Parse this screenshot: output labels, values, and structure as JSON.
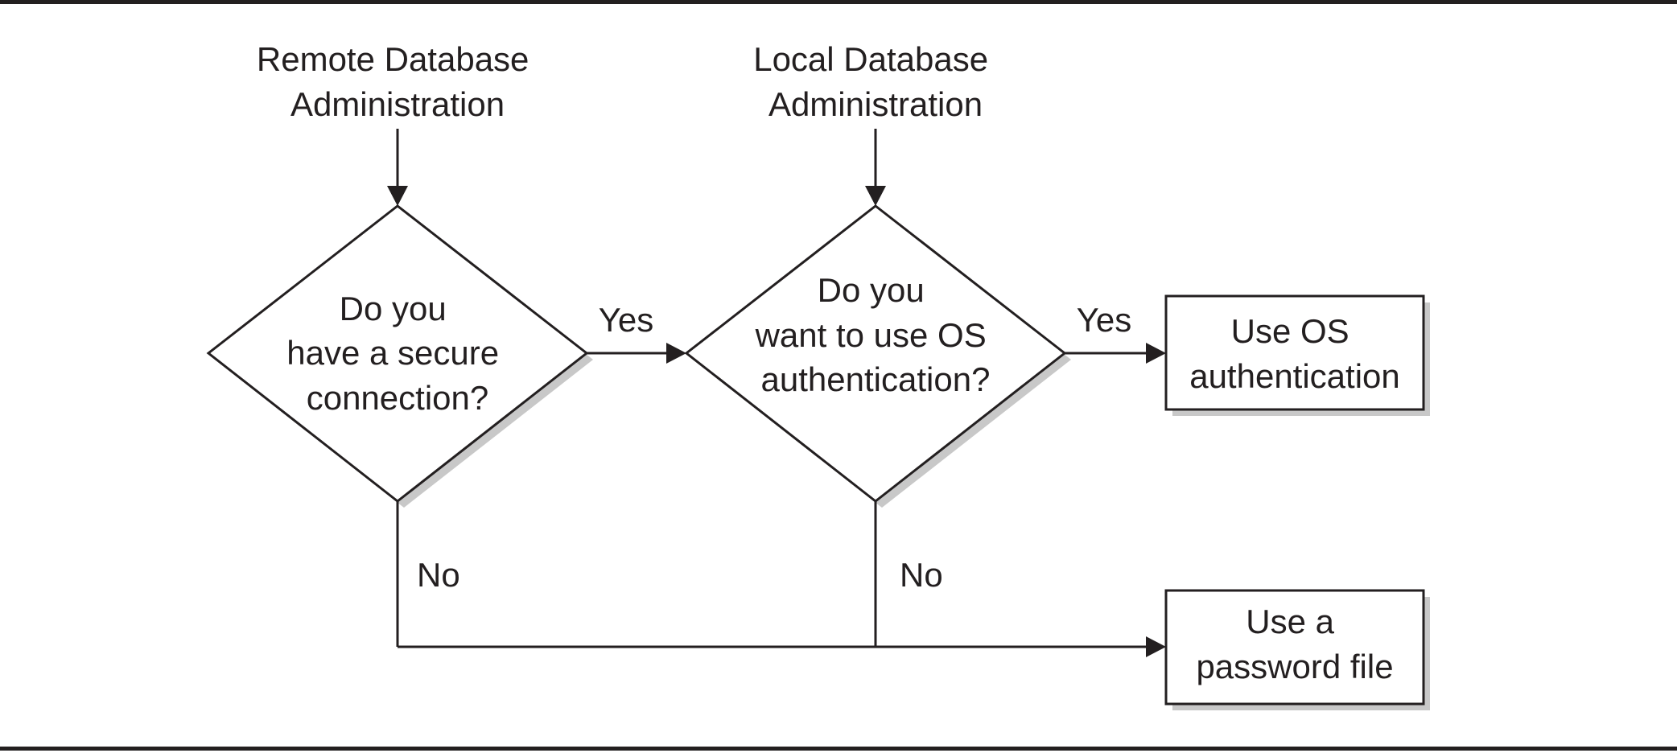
{
  "nodes": {
    "remote_start": [
      "Remote Database",
      "Administration"
    ],
    "local_start": [
      "Local Database",
      "Administration"
    ],
    "secure_decision": [
      "Do you",
      "have a secure",
      "connection?"
    ],
    "os_decision": [
      "Do you",
      "want to use OS",
      "authentication?"
    ],
    "use_os_auth": [
      "Use OS",
      "authentication"
    ],
    "use_password_file": [
      "Use a",
      "password file"
    ]
  },
  "edges": {
    "secure_yes": "Yes",
    "os_yes": "Yes",
    "secure_no": "No",
    "os_no": "No"
  },
  "colors": {
    "ink": "#231f20",
    "shadow": "#c8c8c8",
    "background": "#ffffff"
  }
}
